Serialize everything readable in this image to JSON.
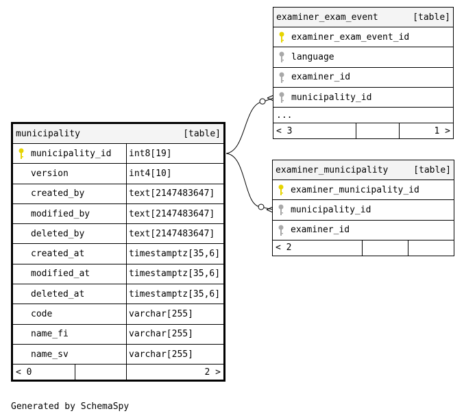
{
  "municipality": {
    "name": "municipality",
    "kind": "[table]",
    "columns": [
      {
        "name": "municipality_id",
        "type": "int8[19]",
        "key": "primary"
      },
      {
        "name": "version",
        "type": "int4[10]",
        "key": "none"
      },
      {
        "name": "created_by",
        "type": "text[2147483647]",
        "key": "none"
      },
      {
        "name": "modified_by",
        "type": "text[2147483647]",
        "key": "none"
      },
      {
        "name": "deleted_by",
        "type": "text[2147483647]",
        "key": "none"
      },
      {
        "name": "created_at",
        "type": "timestamptz[35,6]",
        "key": "none"
      },
      {
        "name": "modified_at",
        "type": "timestamptz[35,6]",
        "key": "none"
      },
      {
        "name": "deleted_at",
        "type": "timestamptz[35,6]",
        "key": "none"
      },
      {
        "name": "code",
        "type": "varchar[255]",
        "key": "none"
      },
      {
        "name": "name_fi",
        "type": "varchar[255]",
        "key": "none"
      },
      {
        "name": "name_sv",
        "type": "varchar[255]",
        "key": "none"
      }
    ],
    "footer_left": "< 0",
    "footer_right": "2 >"
  },
  "examiner_exam_event": {
    "name": "examiner_exam_event",
    "kind": "[table]",
    "columns": [
      {
        "name": "examiner_exam_event_id",
        "key": "primary"
      },
      {
        "name": "language",
        "key": "foreign"
      },
      {
        "name": "examiner_id",
        "key": "foreign"
      },
      {
        "name": "municipality_id",
        "key": "foreign"
      }
    ],
    "more": "...",
    "footer_left": "< 3",
    "footer_right": "1 >"
  },
  "examiner_municipality": {
    "name": "examiner_municipality",
    "kind": "[table]",
    "columns": [
      {
        "name": "examiner_municipality_id",
        "key": "primary"
      },
      {
        "name": "municipality_id",
        "key": "foreign"
      },
      {
        "name": "examiner_id",
        "key": "foreign"
      }
    ],
    "footer_left": "< 2"
  },
  "generated_by": "Generated by SchemaSpy",
  "colors": {
    "primary_key": "#e6d400",
    "foreign_key": "#a8a8a8",
    "header_bg": "#f4f4f4"
  }
}
